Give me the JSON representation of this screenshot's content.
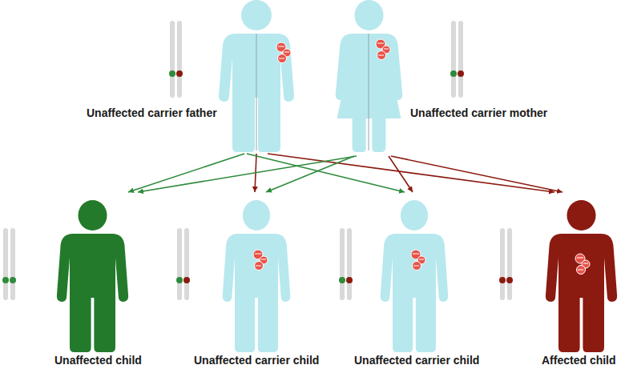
{
  "diagram": {
    "nodes": [
      {
        "text": [
          "Unaffected carrier father"
        ]
      },
      {
        "text": [
          "Unaffected carrier mother"
        ]
      },
      {
        "text": [
          "Unaffected child"
        ]
      },
      {
        "text": [
          "Unaffected carrier child"
        ]
      },
      {
        "text": [
          "Unaffected carrier child"
        ]
      },
      {
        "text": [
          "Affected child"
        ]
      }
    ],
    "edges": [
      {
        "from": 0,
        "to": 2,
        "arrow": "to"
      },
      {
        "from": 0,
        "to": 3,
        "arrow": "to"
      },
      {
        "from": 0,
        "to": 4,
        "arrow": "to"
      },
      {
        "from": 0,
        "to": 5,
        "arrow": "to"
      },
      {
        "from": 1,
        "to": 2,
        "arrow": "to"
      },
      {
        "from": 1,
        "to": 3,
        "arrow": "to"
      },
      {
        "from": 1,
        "to": 4,
        "arrow": "to"
      },
      {
        "from": 1,
        "to": 5,
        "arrow": "to"
      }
    ]
  }
}
